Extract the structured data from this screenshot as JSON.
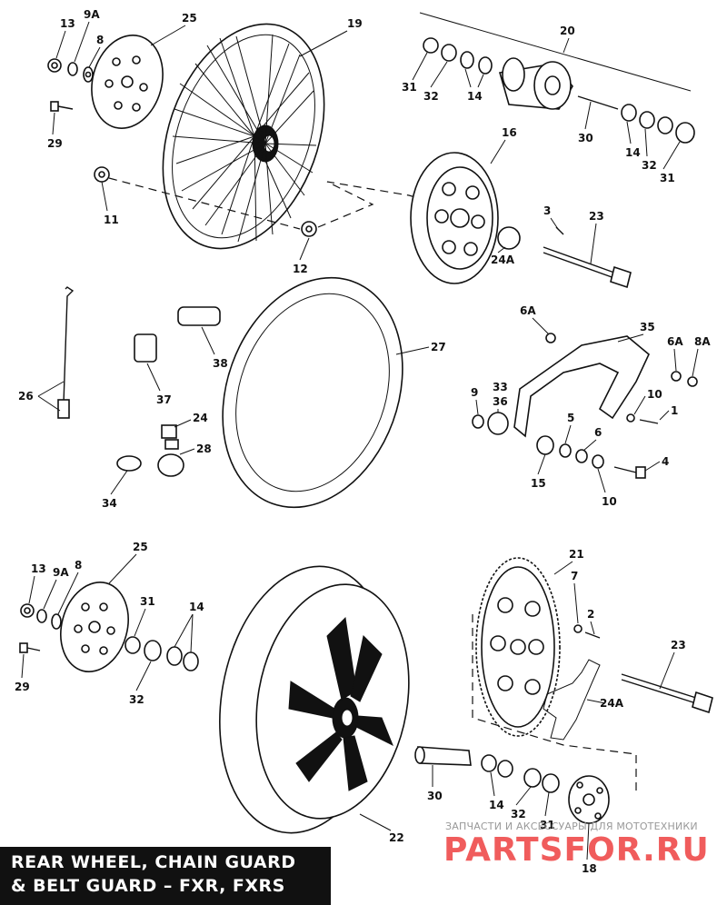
{
  "title": {
    "line1": "REAR WHEEL, CHAIN GUARD",
    "line2": "& BELT GUARD – FXR, FXRS"
  },
  "watermark": {
    "caption": "ЗАПЧАСТИ И АКСЕССУАРЫ ДЛЯ МОТОТЕХНИКИ",
    "brand": "PARTSFOR.RU"
  },
  "callouts": {
    "c13a": "13",
    "c9Aa": "9A",
    "c8a": "8",
    "c25a": "25",
    "c19": "19",
    "c20": "20",
    "c29a": "29",
    "c11": "11",
    "c12": "12",
    "c31a": "31",
    "c32a": "32",
    "c14a": "14",
    "c30a": "30",
    "c14b": "14",
    "c32b": "32",
    "c31b": "31",
    "c16": "16",
    "c3": "3",
    "c23a": "23",
    "c24Aa": "24A",
    "c26": "26",
    "c38": "38",
    "c37": "37",
    "c27": "27",
    "c24": "24",
    "c28": "28",
    "c34": "34",
    "c6Aa": "6A",
    "c35": "35",
    "c6Ab": "6A",
    "c8Ab": "8A",
    "c9b": "9",
    "c33": "33",
    "c36": "36",
    "c10a": "10",
    "c1": "1",
    "c5": "5",
    "c6b": "6",
    "c4": "4",
    "c15": "15",
    "c10b": "10",
    "c13b": "13",
    "c9Ab": "9A",
    "c8b": "8",
    "c25b": "25",
    "c31c": "31",
    "c14c": "14",
    "c29b": "29",
    "c32c": "32",
    "c21": "21",
    "c7": "7",
    "c2": "2",
    "c23b": "23",
    "c24Ab": "24A",
    "c30b": "30",
    "c14d": "14",
    "c32d": "32",
    "c31d": "31",
    "c22": "22",
    "c18": "18"
  }
}
